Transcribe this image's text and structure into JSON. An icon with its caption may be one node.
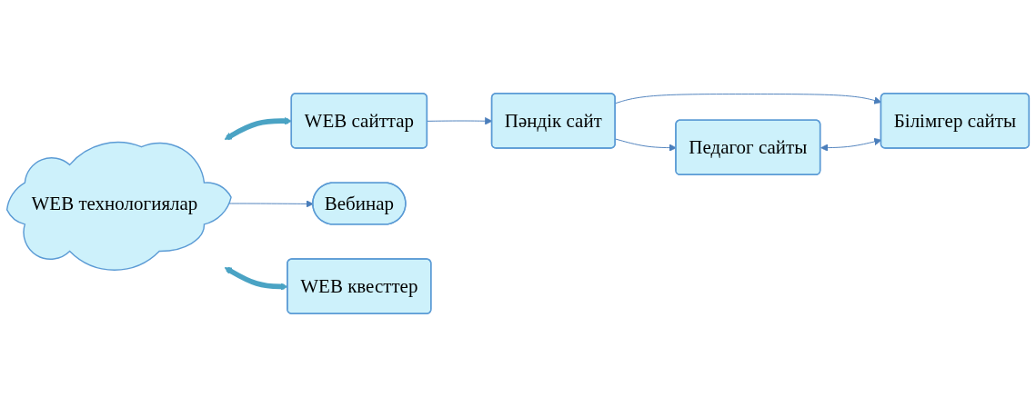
{
  "diagram": {
    "nodes": [
      {
        "text": [
          "WEB технологиялар"
        ]
      },
      {
        "text": [
          "WEB сайттар"
        ]
      },
      {
        "text": [
          "Вебинар"
        ]
      },
      {
        "text": [
          "WEB квесттер"
        ]
      },
      {
        "text": [
          "Пәндік сайт"
        ]
      },
      {
        "text": [
          "Педагог сайты"
        ]
      },
      {
        "text": [
          "Білімгер сайты"
        ]
      }
    ],
    "edges": [
      {
        "from": 0,
        "to": 1,
        "arrow": "both",
        "style": "thick",
        "color": "#4aa3c4"
      },
      {
        "from": 0,
        "to": 2,
        "arrow": "to"
      },
      {
        "from": 0,
        "to": 3,
        "arrow": "both",
        "style": "thick",
        "color": "#4aa3c4"
      },
      {
        "from": 1,
        "to": 4,
        "arrow": "to"
      },
      {
        "from": 4,
        "to": 5,
        "arrow": "to"
      },
      {
        "from": 4,
        "to": 6,
        "arrow": "to"
      },
      {
        "from": 5,
        "to": 6,
        "arrow": "both"
      }
    ]
  }
}
